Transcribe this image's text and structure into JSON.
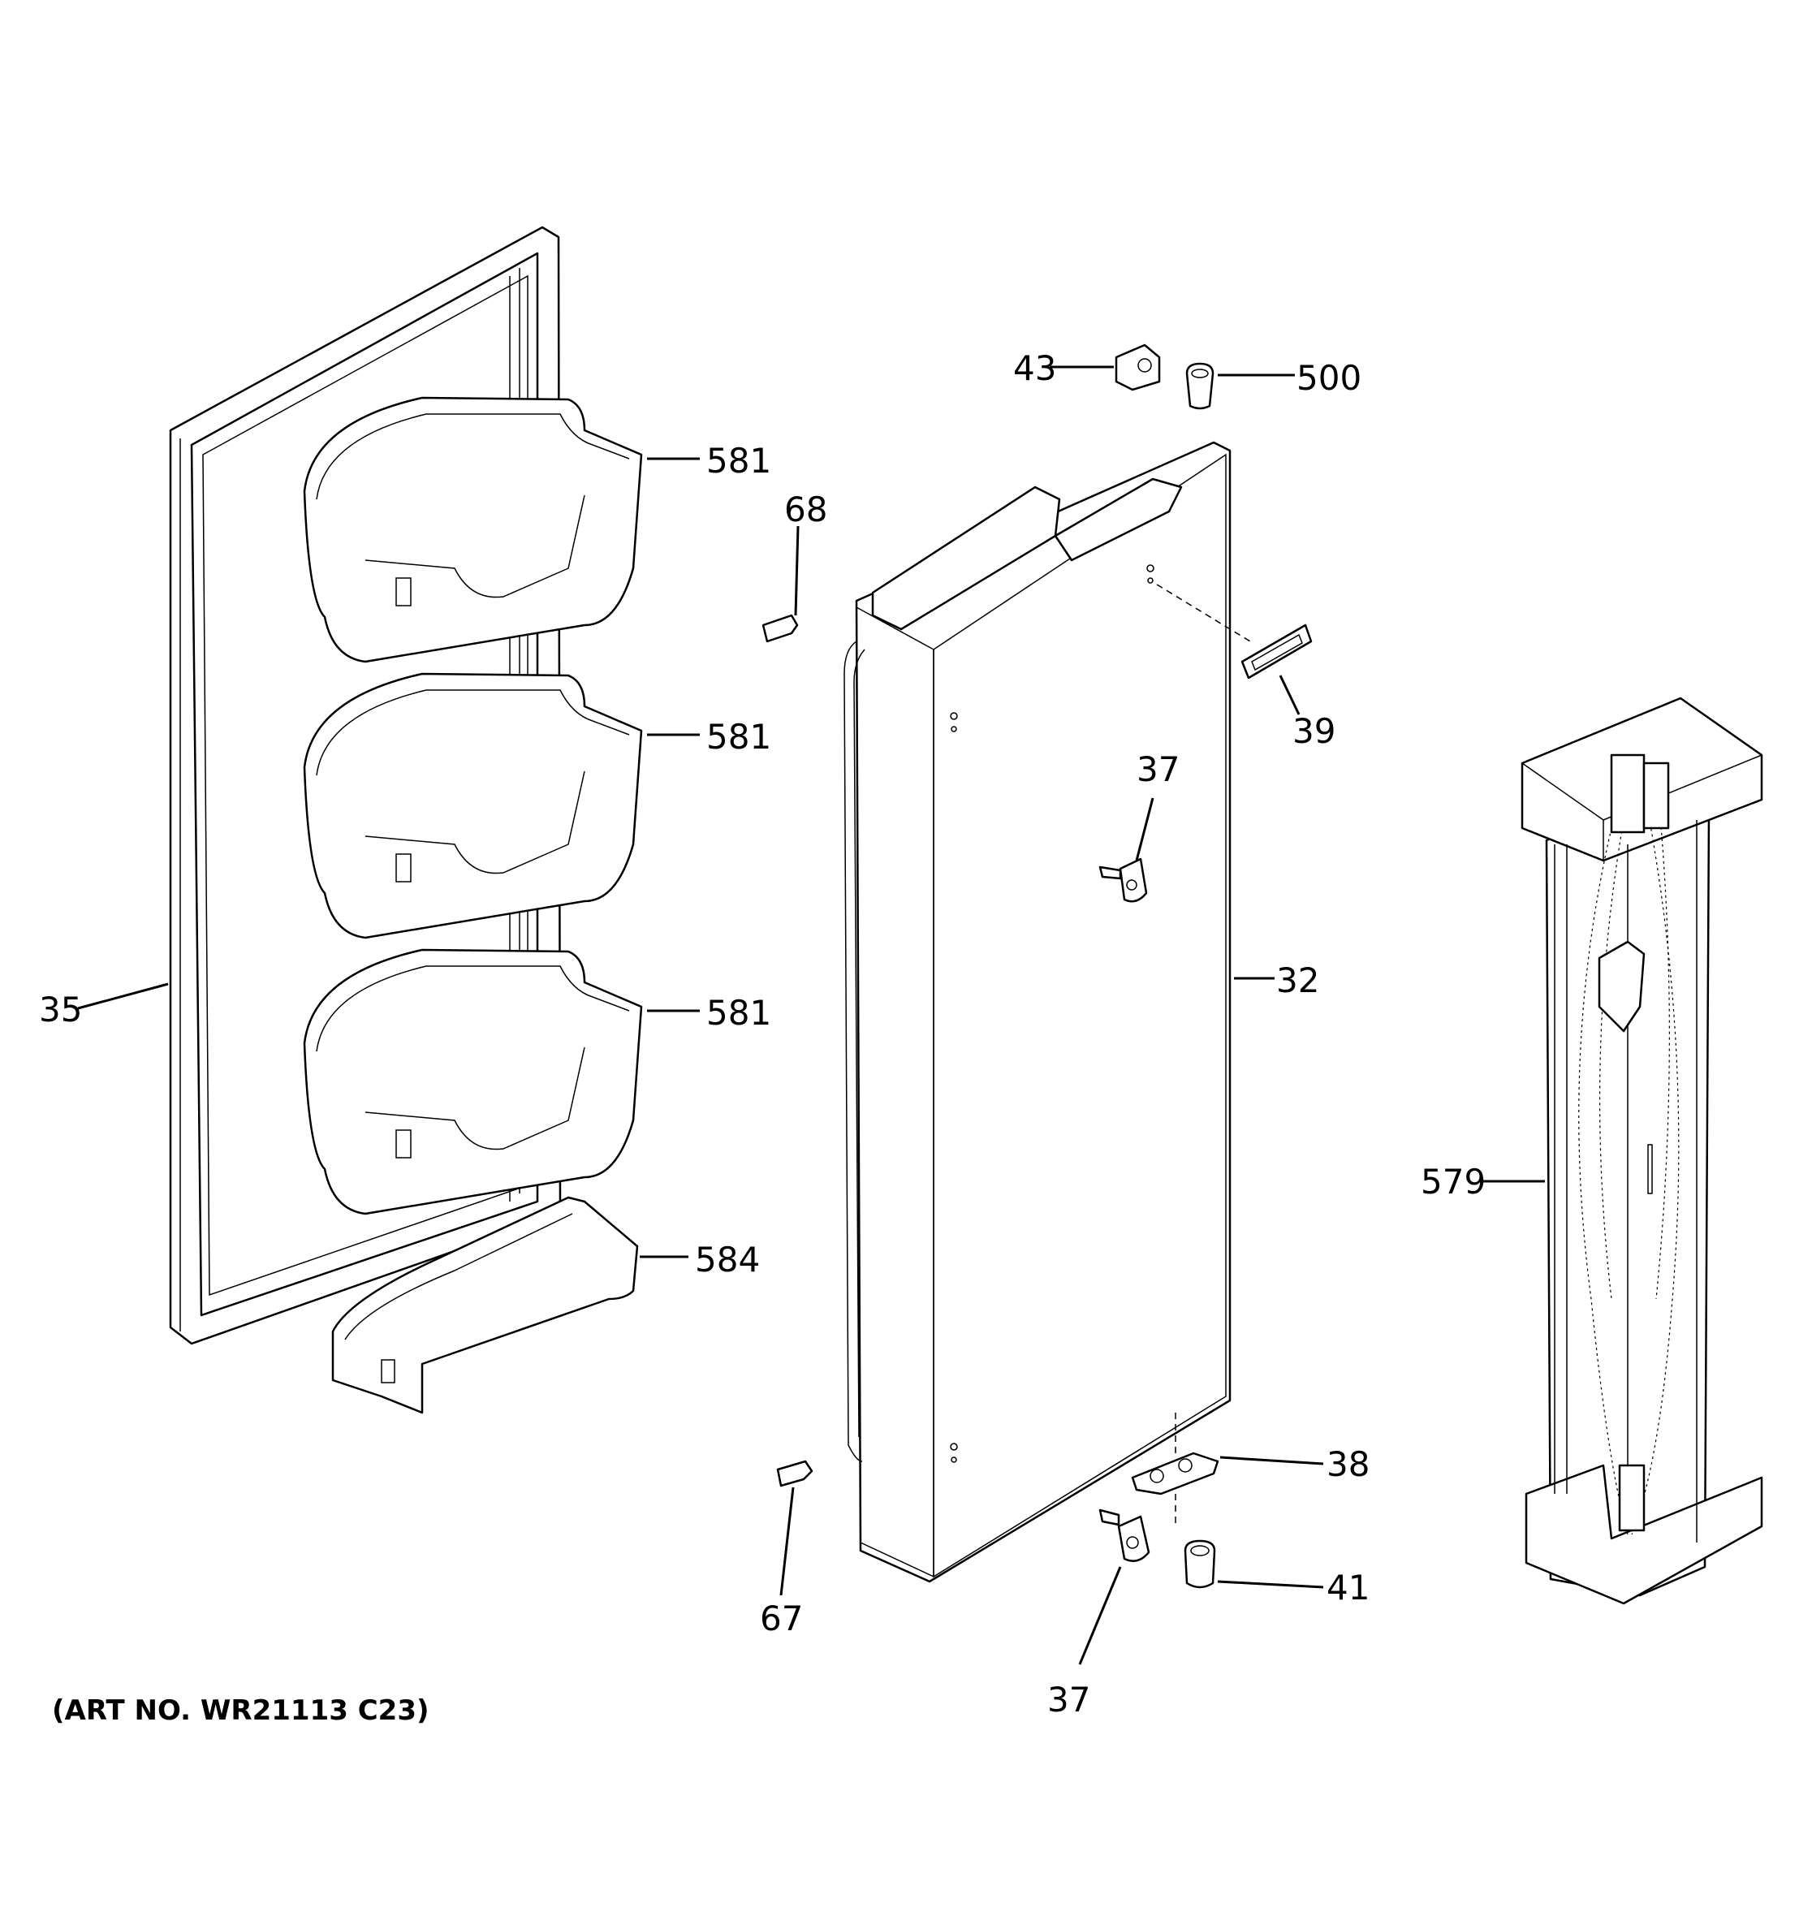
{
  "callouts": {
    "c35": "35",
    "c581a": "581",
    "c581b": "581",
    "c581c": "581",
    "c584": "584",
    "c68": "68",
    "c67": "67",
    "c43": "43",
    "c500": "500",
    "c39": "39",
    "c37a": "37",
    "c37b": "37",
    "c32": "32",
    "c38": "38",
    "c41": "41",
    "c579": "579"
  },
  "art_number": "(ART NO. WR21113 C23)"
}
